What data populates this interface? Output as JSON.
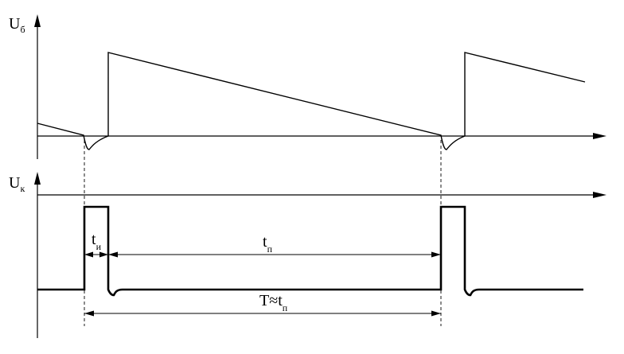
{
  "upper_axis": {
    "label_main": "U",
    "label_sub": "б"
  },
  "lower_axis": {
    "label_main": "U",
    "label_sub": "к"
  },
  "dimensions": {
    "pulse_main": "t",
    "pulse_sub": "и",
    "pause_main": "t",
    "pause_sub": "п",
    "period_main": "T≈t",
    "period_sub": "п"
  },
  "colors": {
    "ink": "#000000",
    "background": "#ffffff"
  }
}
